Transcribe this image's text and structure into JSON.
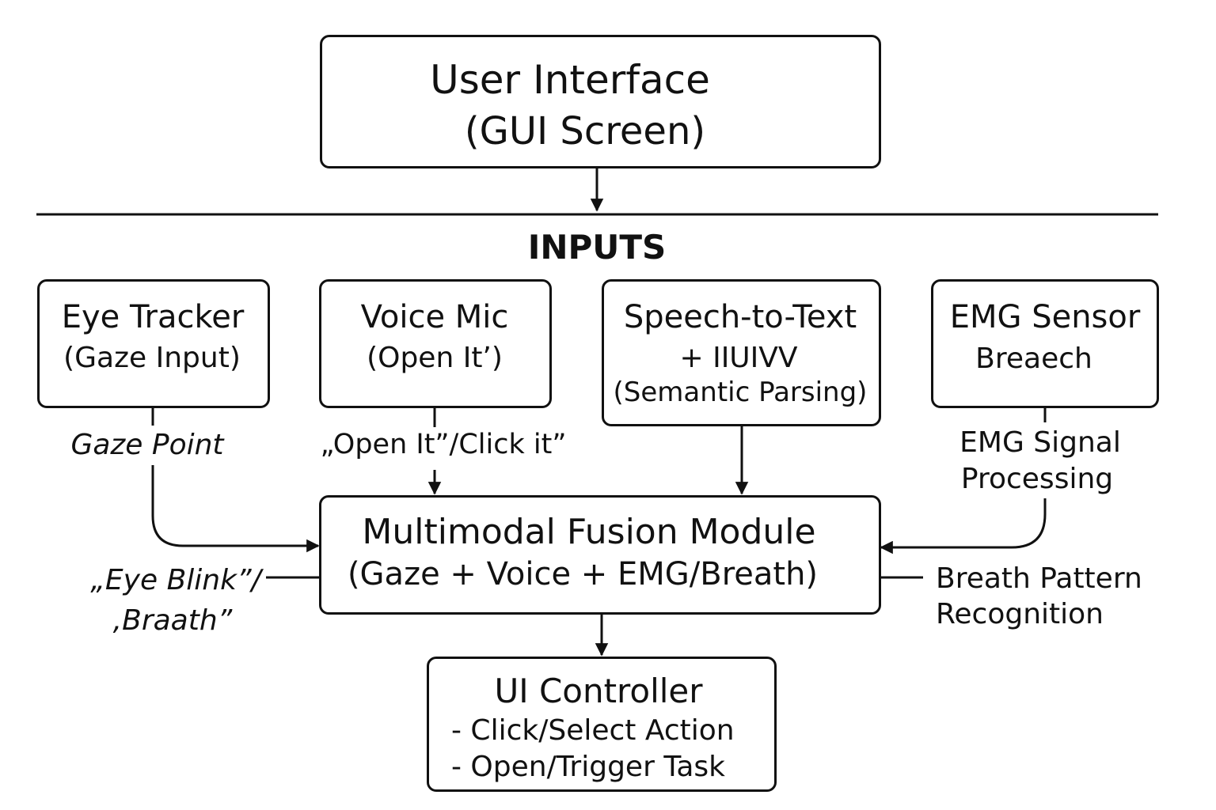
{
  "ui_box": {
    "title": "User Interface",
    "subtitle": "(GUI Screen)"
  },
  "inputs_heading": "INPUTS",
  "eye_tracker": {
    "title": "Eye Tracker",
    "subtitle": "(Gaze Input)"
  },
  "voice_mic": {
    "title": "Voice Mic",
    "subtitle": "(Open It’)"
  },
  "speech_to_text": {
    "title": "Speech-to-Text",
    "line2": "+ IIUIVV",
    "line3": "(Semantic Parsing)"
  },
  "emg_sensor": {
    "title": "EMG Sensor",
    "subtitle": "Breaech"
  },
  "labels": {
    "gaze_point": "Gaze Point",
    "voice_cmd": "„Open It”/Click it”",
    "emg_signal_1": "EMG Signal",
    "emg_signal_2": "Processing",
    "eye_blink_1": "„Eye Blink”/",
    "eye_blink_2": "‚Braath”",
    "breath_pattern_1": "Breath Pattern",
    "breath_pattern_2": "Recognition"
  },
  "fusion": {
    "title": "Multimodal Fusion Module",
    "subtitle": "(Gaze + Voice + EMG/Breath)"
  },
  "controller": {
    "title": "UI Controller",
    "items": [
      "- Click/Select Action",
      "- Open/Trigger Task"
    ]
  }
}
